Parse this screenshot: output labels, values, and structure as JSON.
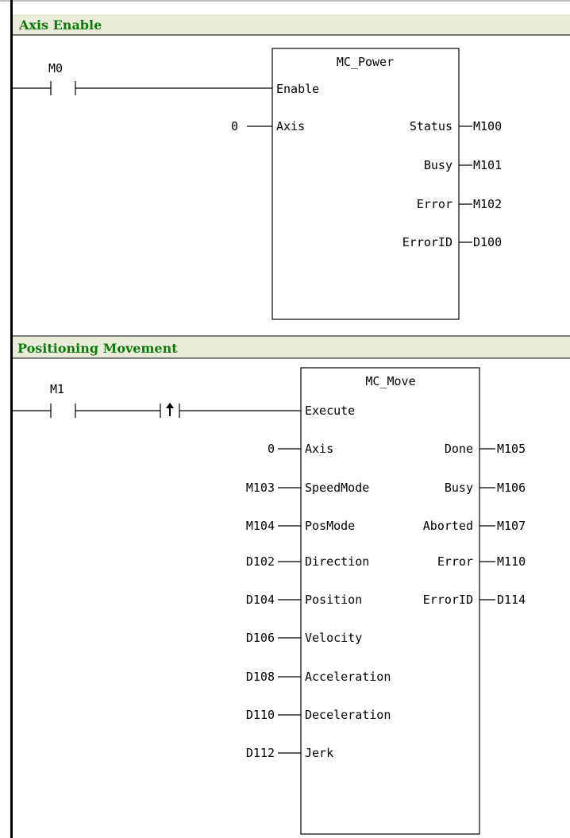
{
  "colors": {
    "header_bg": "#ebebdc",
    "header_text": "#0a7a0a",
    "line": "#000000",
    "left_bar": "#000000"
  },
  "networks": [
    {
      "title": "Axis Enable",
      "contacts": [
        {
          "label": "M0",
          "type": "normally-open"
        }
      ],
      "block": {
        "name": "MC_Power",
        "trigger_pin": "Enable",
        "inputs": [
          {
            "pin": "Axis",
            "value": "0"
          }
        ],
        "outputs": [
          {
            "pin": "Status",
            "value": "M100"
          },
          {
            "pin": "Busy",
            "value": "M101"
          },
          {
            "pin": "Error",
            "value": "M102"
          },
          {
            "pin": "ErrorID",
            "value": "D100"
          }
        ]
      }
    },
    {
      "title": "Positioning Movement",
      "contacts": [
        {
          "label": "M1",
          "type": "normally-open"
        },
        {
          "label": "",
          "type": "rising-edge"
        }
      ],
      "block": {
        "name": "MC_Move",
        "trigger_pin": "Execute",
        "inputs": [
          {
            "pin": "Axis",
            "value": "0"
          },
          {
            "pin": "SpeedMode",
            "value": "M103"
          },
          {
            "pin": "PosMode",
            "value": "M104"
          },
          {
            "pin": "Direction",
            "value": "D102"
          },
          {
            "pin": "Position",
            "value": "D104"
          },
          {
            "pin": "Velocity",
            "value": "D106"
          },
          {
            "pin": "Acceleration",
            "value": "D108"
          },
          {
            "pin": "Deceleration",
            "value": "D110"
          },
          {
            "pin": "Jerk",
            "value": "D112"
          }
        ],
        "outputs": [
          {
            "pin": "Done",
            "value": "M105"
          },
          {
            "pin": "Busy",
            "value": "M106"
          },
          {
            "pin": "Aborted",
            "value": "M107"
          },
          {
            "pin": "Error",
            "value": "M110"
          },
          {
            "pin": "ErrorID",
            "value": "D114"
          }
        ]
      }
    }
  ]
}
